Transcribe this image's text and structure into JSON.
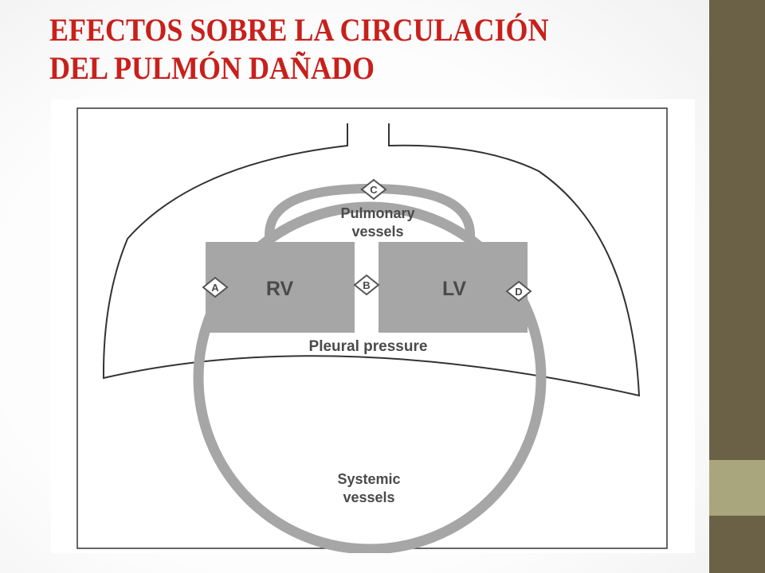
{
  "slide": {
    "title_line1": "EFECTOS SOBRE LA CIRCULACIÓN",
    "title_line2": "DEL PULMÓN DAÑADO"
  },
  "diagram": {
    "pulmonary_line1": "Pulmonary",
    "pulmonary_line2": "vessels",
    "rv": "RV",
    "lv": "LV",
    "pleural": "Pleural pressure",
    "systemic_line1": "Systemic",
    "systemic_line2": "vessels",
    "marker_a": "A",
    "marker_b": "B",
    "marker_c": "C",
    "marker_d": "D"
  },
  "colors": {
    "title": "#c8201b",
    "sidebar": "#6b6146",
    "sidebar_accent": "#a9a57c",
    "chamber": "#a6a6a6",
    "vessel": "#a6a6a6"
  }
}
